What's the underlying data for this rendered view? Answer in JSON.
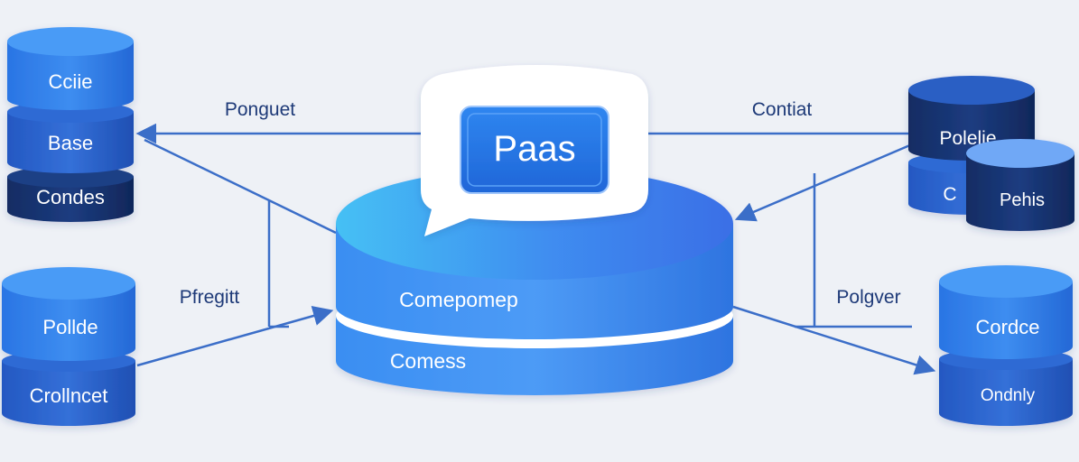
{
  "labels": {
    "left_top_stack": [
      "Cciie",
      "Base",
      "Condes"
    ],
    "left_bottom_stack": [
      "Pollde",
      "Crollncet"
    ],
    "center_tag": "Paas",
    "center_layers": [
      "Comepomep",
      "Comess"
    ],
    "right_top_stack": [
      "Polelie",
      "C"
    ],
    "right_top_overlay": "Pehis",
    "right_bottom_stack": [
      "Cordce",
      "Ondnly"
    ],
    "connectors": {
      "top_left": "Ponguet",
      "top_right": "Contiat",
      "mid_left": "Pfregitt",
      "mid_right": "Polgver"
    }
  },
  "colors": {
    "background": "#eef1f6",
    "bright_blue": "#2f7ee8",
    "mid_blue": "#2b62c7",
    "dark_navy": "#16346f",
    "line_blue": "#3b6ec8",
    "text_navy": "#1e3a78"
  }
}
